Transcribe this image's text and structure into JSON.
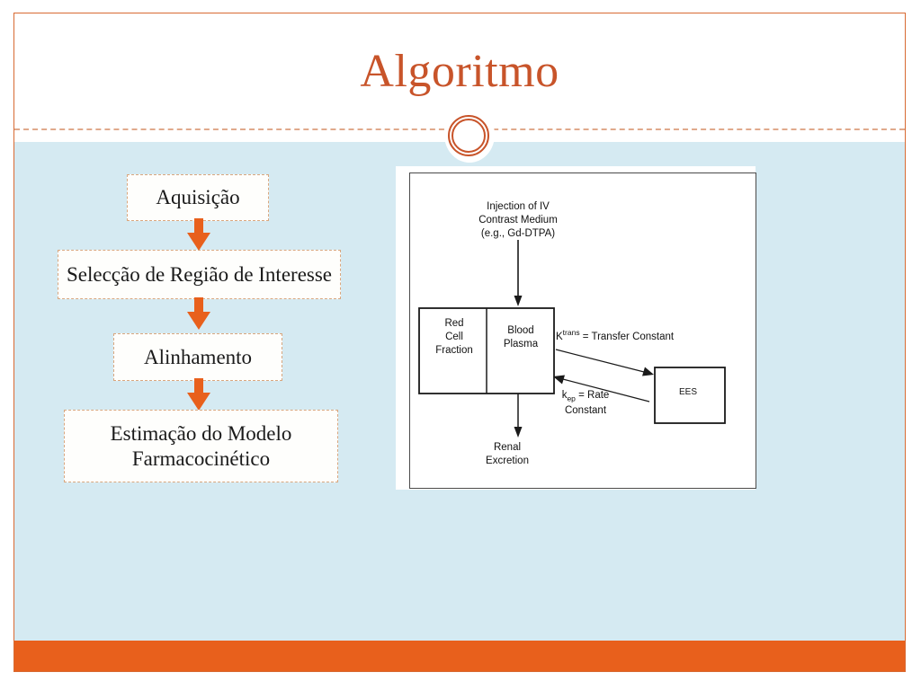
{
  "slide": {
    "title": "Algoritmo",
    "accent_color": "#C8542A",
    "footer_color": "#E8601C",
    "body_background": "#D5EAF2",
    "ornament": "circle-ornament"
  },
  "flowchart": {
    "steps": [
      {
        "label": "Aquisição"
      },
      {
        "label": "Selecção de Região de\nInteresse"
      },
      {
        "label": "Alinhamento"
      },
      {
        "label": "Estimação do Modelo\nFarmacocinético"
      }
    ],
    "connector": "down-arrow",
    "arrow_color": "#E8601C",
    "box_border_color": "#D9A77F"
  },
  "diagram": {
    "caption_injection": "Injection of IV\nContrast Medium\n(e.g., Gd-DTPA)",
    "compartment_red_cell": "Red\nCell\nFraction",
    "compartment_blood_plasma": "Blood\nPlasma",
    "compartment_ees": "EES",
    "output_renal": "Renal\nExcretion",
    "transfer_constant_label": "= Transfer Constant",
    "transfer_constant_symbol": "K",
    "transfer_constant_superscript": "trans",
    "rate_constant_label": "= Rate\nConstant",
    "rate_constant_symbol": "k",
    "rate_constant_subscript": "ep"
  }
}
